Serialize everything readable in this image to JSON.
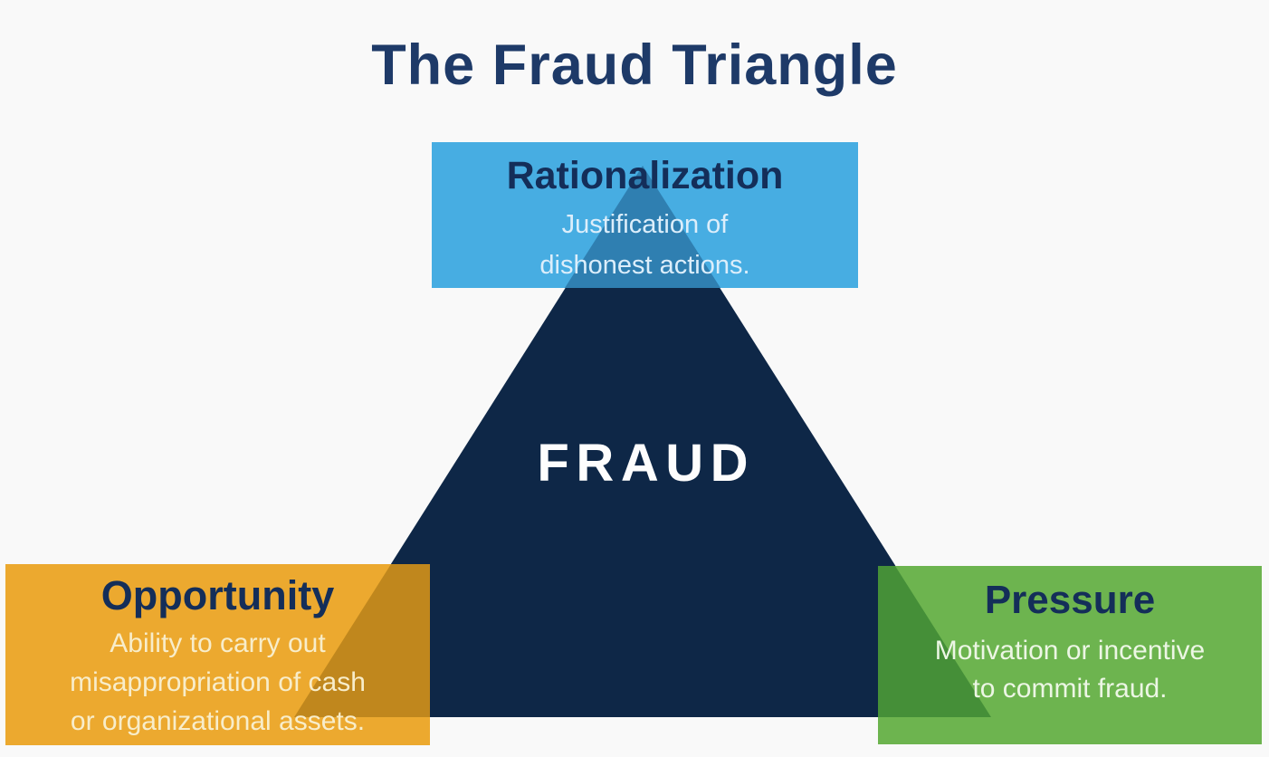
{
  "title": "The Fraud Triangle",
  "triangle": {
    "center_label": "FRAUD"
  },
  "boxes": {
    "rationalization": {
      "heading": "Rationalization",
      "description": "Justification of\ndishonest actions."
    },
    "opportunity": {
      "heading": "Opportunity",
      "description": "Ability to carry out\nmisappropriation of cash\nor organizational assets."
    },
    "pressure": {
      "heading": "Pressure",
      "description": "Motivation or incentive\nto commit fraud."
    }
  },
  "colors": {
    "background": "#f9f9f9",
    "title_text": "#1e3a68",
    "triangle_fill": "#0e2747",
    "center_label_text": "#fdfdfd",
    "heading_text": "#142e59",
    "rationalization_fill": "#47ade2",
    "rationalization_overlap": "#2f7fb1",
    "rationalization_desc_text": "#dceefb",
    "opportunity_fill": "#eca92f",
    "opportunity_overlap": "#c0871d",
    "opportunity_desc_text": "#f8edca",
    "pressure_fill": "#6db44f",
    "pressure_overlap": "#458f38",
    "pressure_desc_text": "#ecf6e4"
  }
}
